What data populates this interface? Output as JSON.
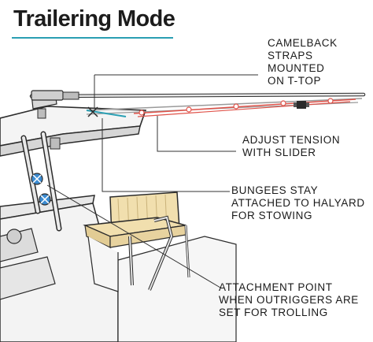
{
  "title": "Trailering Mode",
  "colors": {
    "title_underline": "#2a9fb3",
    "leader_lines": "#333333",
    "bungee_cord": "#e0534a",
    "camelback_strap": "#9a9a9a",
    "connector": "#2a9fb3",
    "cushion": "#f1dfae",
    "deck": "#f3f3f3",
    "outline": "#2b2b2b"
  },
  "callouts": [
    {
      "id": "camelback-straps",
      "lines": [
        "CAMELBACK",
        "STRAPS",
        "MOUNTED",
        "ON T-TOP"
      ]
    },
    {
      "id": "adjust-tension",
      "lines": [
        "ADJUST TENSION",
        "WITH SLIDER"
      ]
    },
    {
      "id": "bungees-stay",
      "lines": [
        "BUNGEES STAY",
        "ATTACHED TO HALYARD",
        "FOR STOWING"
      ]
    },
    {
      "id": "attachment-point",
      "lines": [
        "ATTACHMENT POINT",
        "WHEN OUTRIGGERS ARE",
        "SET FOR TROLLING"
      ]
    }
  ],
  "illustration": {
    "parts": [
      "t-top",
      "outrigger-pole",
      "camelback-straps",
      "bungee-cords",
      "tension-slider",
      "leaning-post-seat",
      "console",
      "t-top-frame"
    ]
  }
}
